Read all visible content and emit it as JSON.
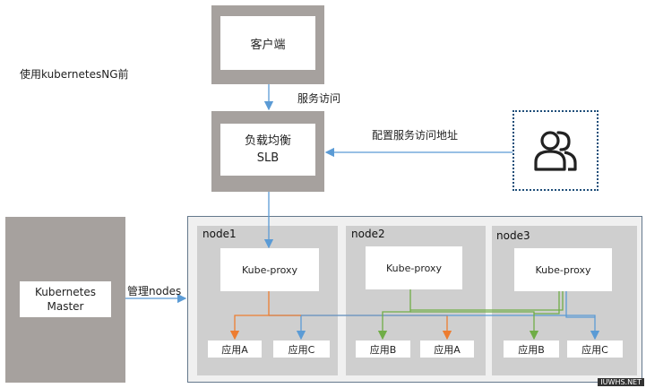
{
  "heading": "使用kubernetesNG前",
  "client": {
    "label": "客户端"
  },
  "edge_service_access": "服务访问",
  "slb": {
    "line1": "负载均衡",
    "line2": "SLB"
  },
  "edge_config": "配置服务访问地址",
  "user": {
    "icon": "users-icon"
  },
  "master": {
    "line1": "Kubernetes",
    "line2": "Master"
  },
  "edge_manage": "管理nodes",
  "nodes": [
    {
      "title": "node1",
      "proxy": "Kube-proxy",
      "apps": [
        "应用A",
        "应用C"
      ]
    },
    {
      "title": "node2",
      "proxy": "Kube-proxy",
      "apps": [
        "应用B",
        "应用A"
      ]
    },
    {
      "title": "node3",
      "proxy": "Kube-proxy",
      "apps": [
        "应用B",
        "应用C"
      ]
    }
  ],
  "colors": {
    "blue": "#5b9bd5",
    "orange": "#ed7d31",
    "green": "#70ad47",
    "dotted_border": "#1f4e79"
  },
  "watermark": "IUWHS.NET"
}
